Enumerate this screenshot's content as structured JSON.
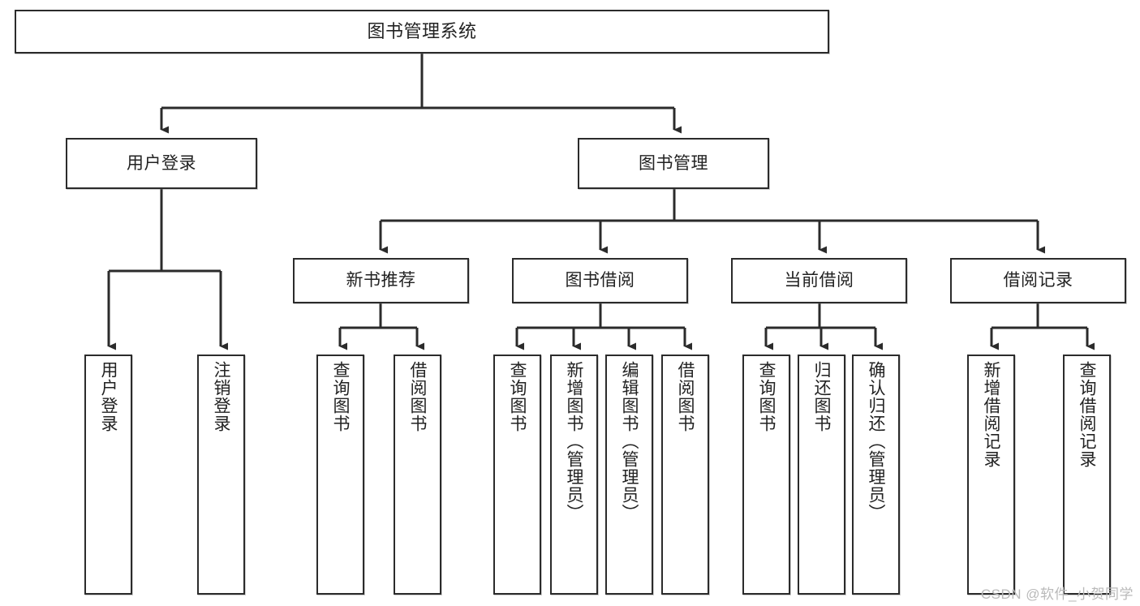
{
  "diagram": {
    "title": "图书管理系统",
    "type": "tree-hierarchy",
    "stroke_color": "#2b2b2b",
    "background_color": "#ffffff",
    "text_color": "#222222",
    "watermark": "CSDN @软件_小贺同学",
    "root": {
      "label": "图书管理系统"
    },
    "level2": [
      {
        "label": "用户登录"
      },
      {
        "label": "图书管理"
      }
    ],
    "level3": [
      {
        "label": "新书推荐"
      },
      {
        "label": "图书借阅"
      },
      {
        "label": "当前借阅"
      },
      {
        "label": "借阅记录"
      }
    ],
    "leaves": {
      "user_login": [
        {
          "label": "用户登录"
        },
        {
          "label": "注销登录"
        }
      ],
      "new_book_recommend": [
        {
          "label": "查询图书"
        },
        {
          "label": "借阅图书"
        }
      ],
      "book_borrow": [
        {
          "label": "查询图书"
        },
        {
          "label": "新增图书（管理员）"
        },
        {
          "label": "编辑图书（管理员）"
        },
        {
          "label": "借阅图书"
        }
      ],
      "current_borrow": [
        {
          "label": "查询图书"
        },
        {
          "label": "归还图书"
        },
        {
          "label": "确认归还（管理员）"
        }
      ],
      "borrow_record": [
        {
          "label": "新增借阅记录"
        },
        {
          "label": "查询借阅记录"
        }
      ]
    }
  }
}
